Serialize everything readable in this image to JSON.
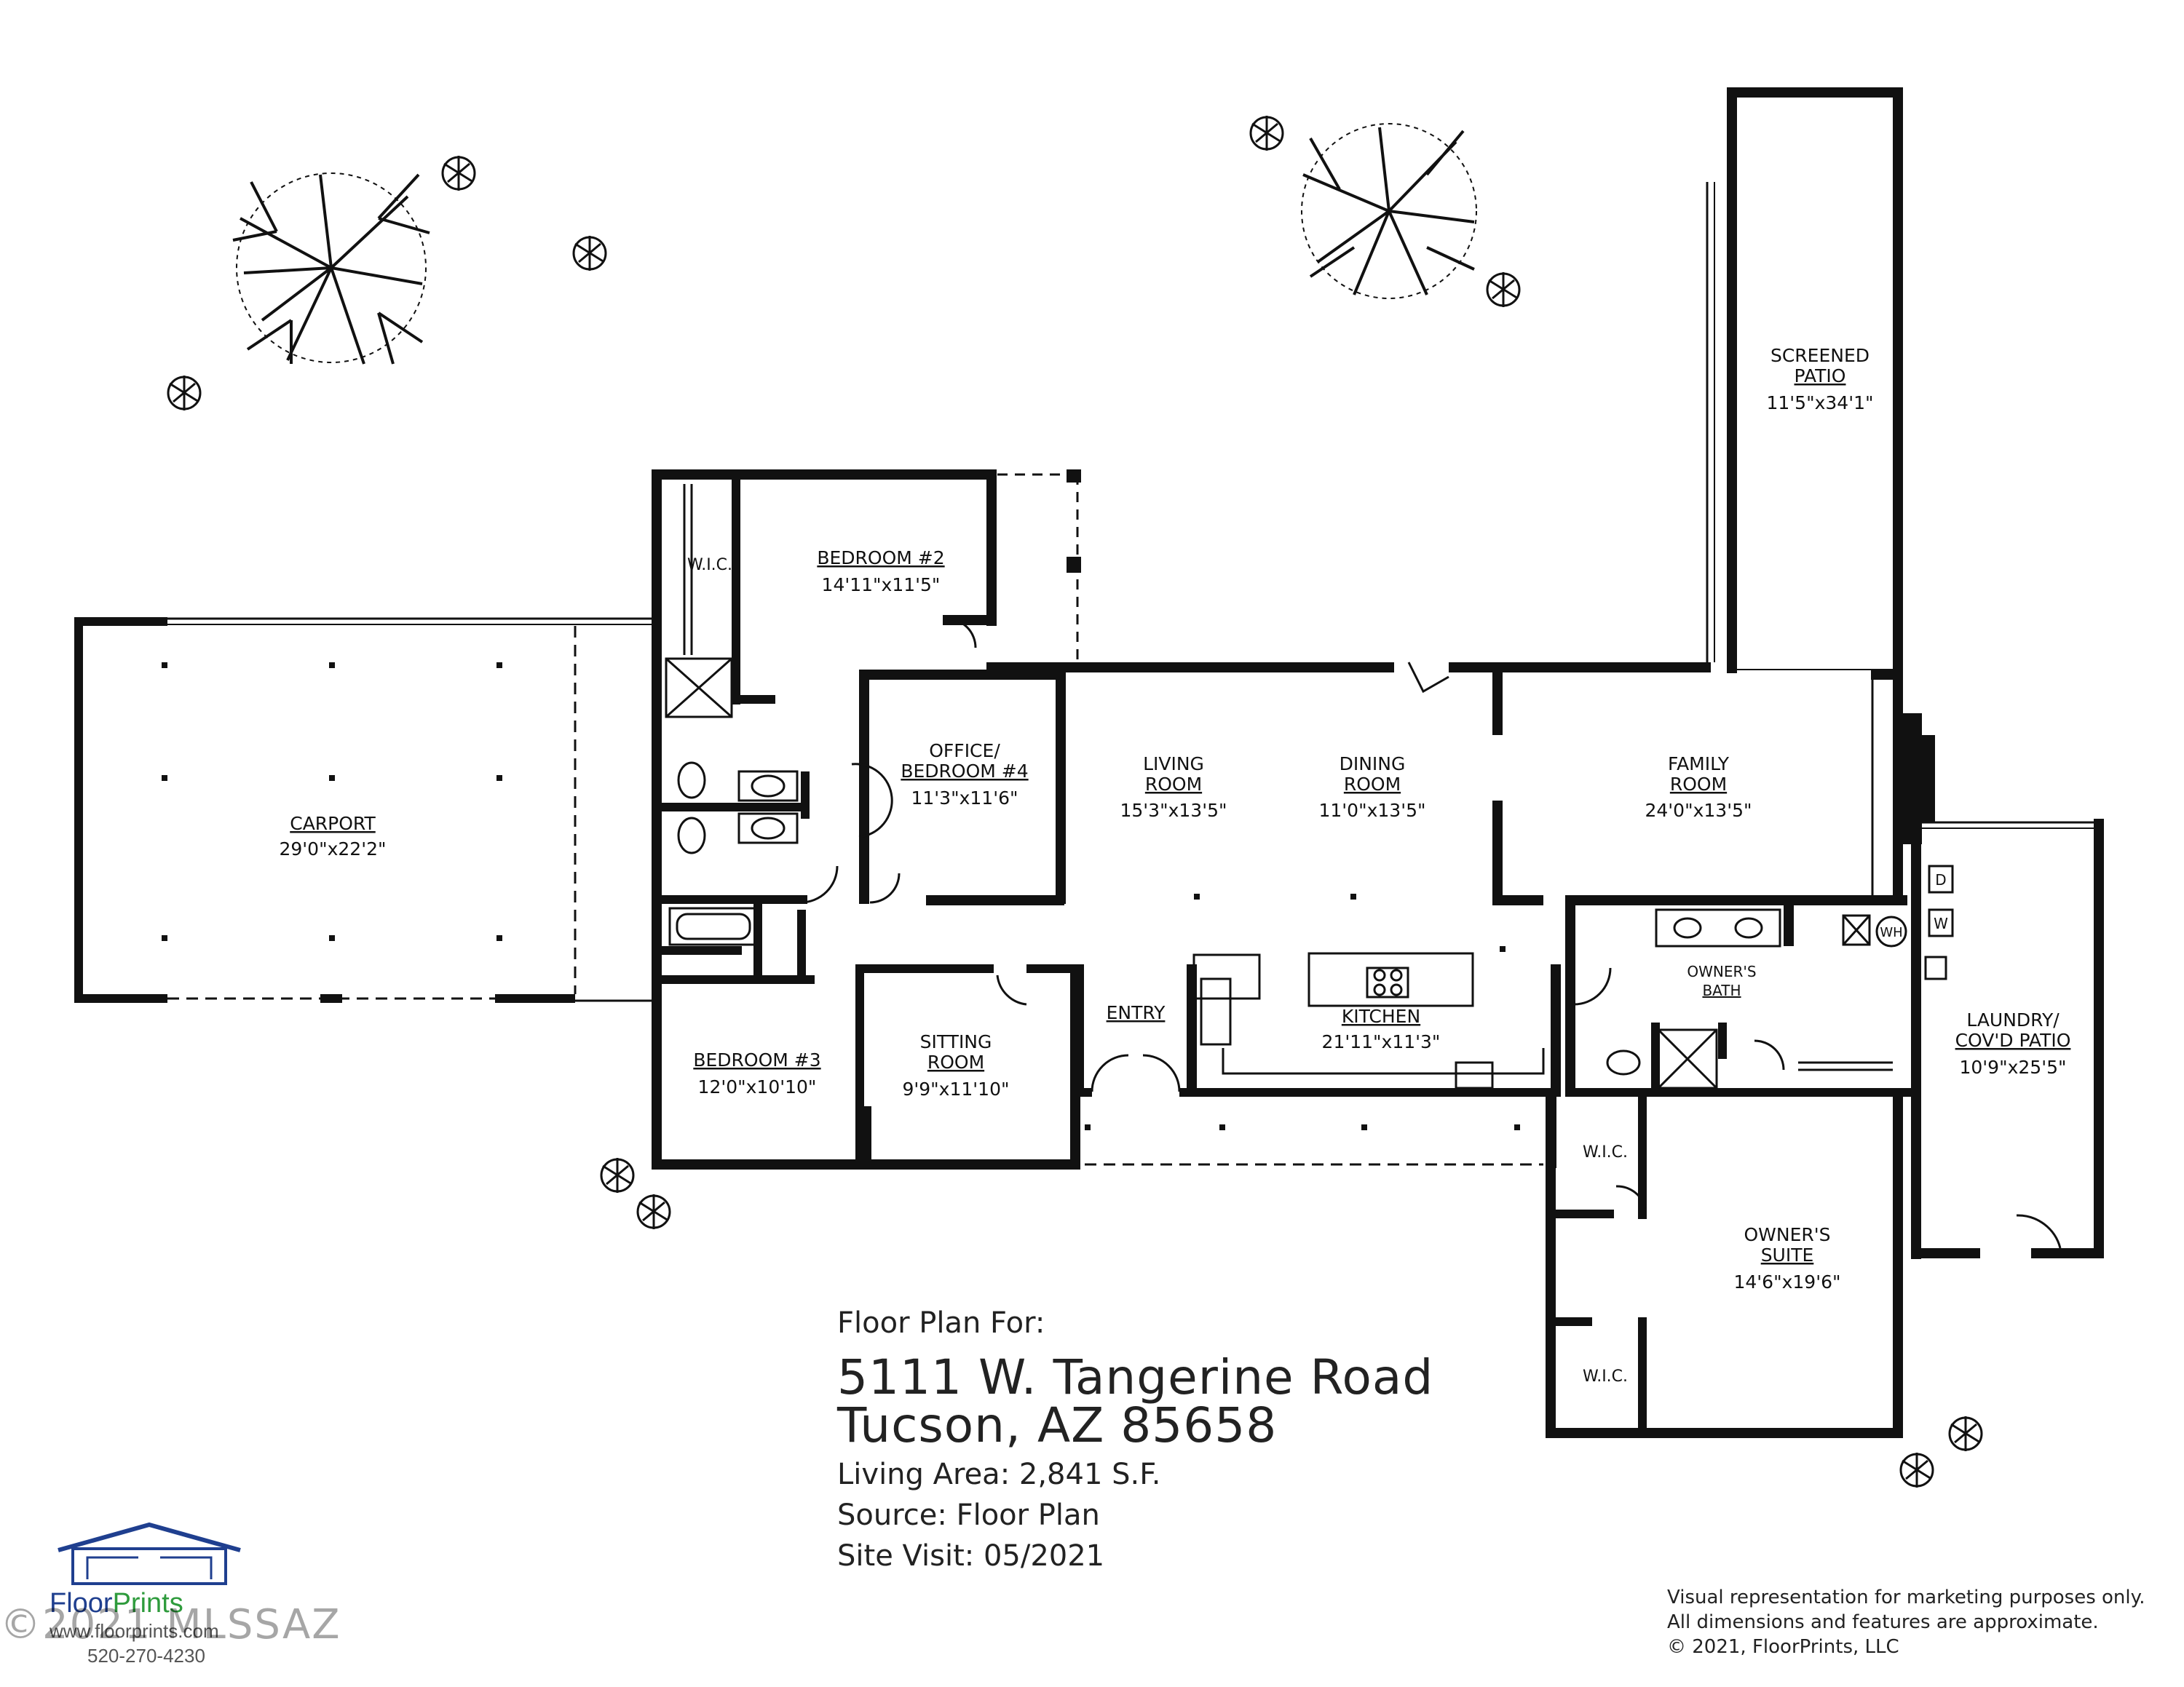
{
  "rooms": {
    "wic_top": {
      "name": "W.I.C."
    },
    "bedroom2": {
      "name": "BEDROOM #2",
      "size": "14'11\"x11'5\""
    },
    "carport": {
      "name": "CARPORT",
      "size": "29'0\"x22'2\""
    },
    "office": {
      "name1": "OFFICE/",
      "name2": "BEDROOM #4",
      "size": "11'3\"x11'6\""
    },
    "living": {
      "name1": "LIVING",
      "name2": "ROOM",
      "size": "15'3\"x13'5\""
    },
    "dining": {
      "name1": "DINING",
      "name2": "ROOM",
      "size": "11'0\"x13'5\""
    },
    "family": {
      "name1": "FAMILY",
      "name2": "ROOM",
      "size": "24'0\"x13'5\""
    },
    "screened": {
      "name1": "SCREENED",
      "name2": "PATIO",
      "size": "11'5\"x34'1\""
    },
    "kitchen": {
      "name": "KITCHEN",
      "size": "21'11\"x11'3\""
    },
    "entry": {
      "name": "ENTRY"
    },
    "bedroom3": {
      "name": "BEDROOM #3",
      "size": "12'0\"x10'10\""
    },
    "sitting": {
      "name1": "SITTING",
      "name2": "ROOM",
      "size": "9'9\"x11'10\""
    },
    "owners_bath": {
      "name1": "OWNER'S",
      "name2": "BATH"
    },
    "wic_suite1": {
      "name": "W.I.C."
    },
    "wic_suite2": {
      "name": "W.I.C."
    },
    "owners_suite": {
      "name1": "OWNER'S",
      "name2": "SUITE",
      "size": "14'6\"x19'6\""
    },
    "laundry": {
      "name1": "LAUNDRY/",
      "name2": "COV'D PATIO",
      "size": "10'9\"x25'5\""
    },
    "appliances": {
      "dryer": "D",
      "washer": "W",
      "water_heater": "WH"
    }
  },
  "info": {
    "heading": "Floor Plan For:",
    "address1": "5111 W. Tangerine Road",
    "address2": "Tucson, AZ  85658",
    "living_area": "Living Area:  2,841 S.F.",
    "source": "Source:  Floor Plan",
    "site_visit": "Site Visit:  05/2021"
  },
  "logo": {
    "brand_a": "Floor",
    "brand_b": "Prints",
    "website": "www.floorprints.com",
    "phone": "520-270-4230"
  },
  "watermark": "©2021 MLSSAZ",
  "disclaimer": {
    "line1": "Visual representation for marketing purposes only.",
    "line2": "All dimensions and features are approximate.",
    "line3": "© 2021, FloorPrints, LLC"
  },
  "colors": {
    "wall": "#111111",
    "brand_blue": "#1f3f8f",
    "brand_green": "#2e9b3c"
  }
}
